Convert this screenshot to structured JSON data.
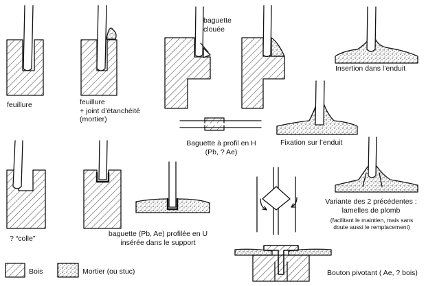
{
  "labels": {
    "feuillure": "feuillure",
    "feuillure_joint": [
      "feuillure",
      "+ joint d’étanchéité",
      "(mortier)"
    ],
    "baguette_clouee": [
      "baguette",
      "clouée"
    ],
    "insertion": "Insertion dans l’enduit",
    "baguette_h": [
      "Baguette à profil en H",
      "(Pb, ? Ae)"
    ],
    "fixation": "Fixation sur l’enduit",
    "colle": "? “colle”",
    "baguette_u": [
      "baguette (Pb, Ae) profilée en U",
      "insérée dans le support"
    ],
    "variante": [
      "Variante des 2 précédentes :",
      "lamelles de plomb"
    ],
    "variante_note": [
      "(facilitant le maintien, mais sans",
      "doute aussi le remplacement)"
    ],
    "bouton": "Bouton pivotant ( Ae, ? bois)"
  },
  "legend": {
    "bois": "Bois",
    "mortier": "Mortier (ou stuc)"
  }
}
